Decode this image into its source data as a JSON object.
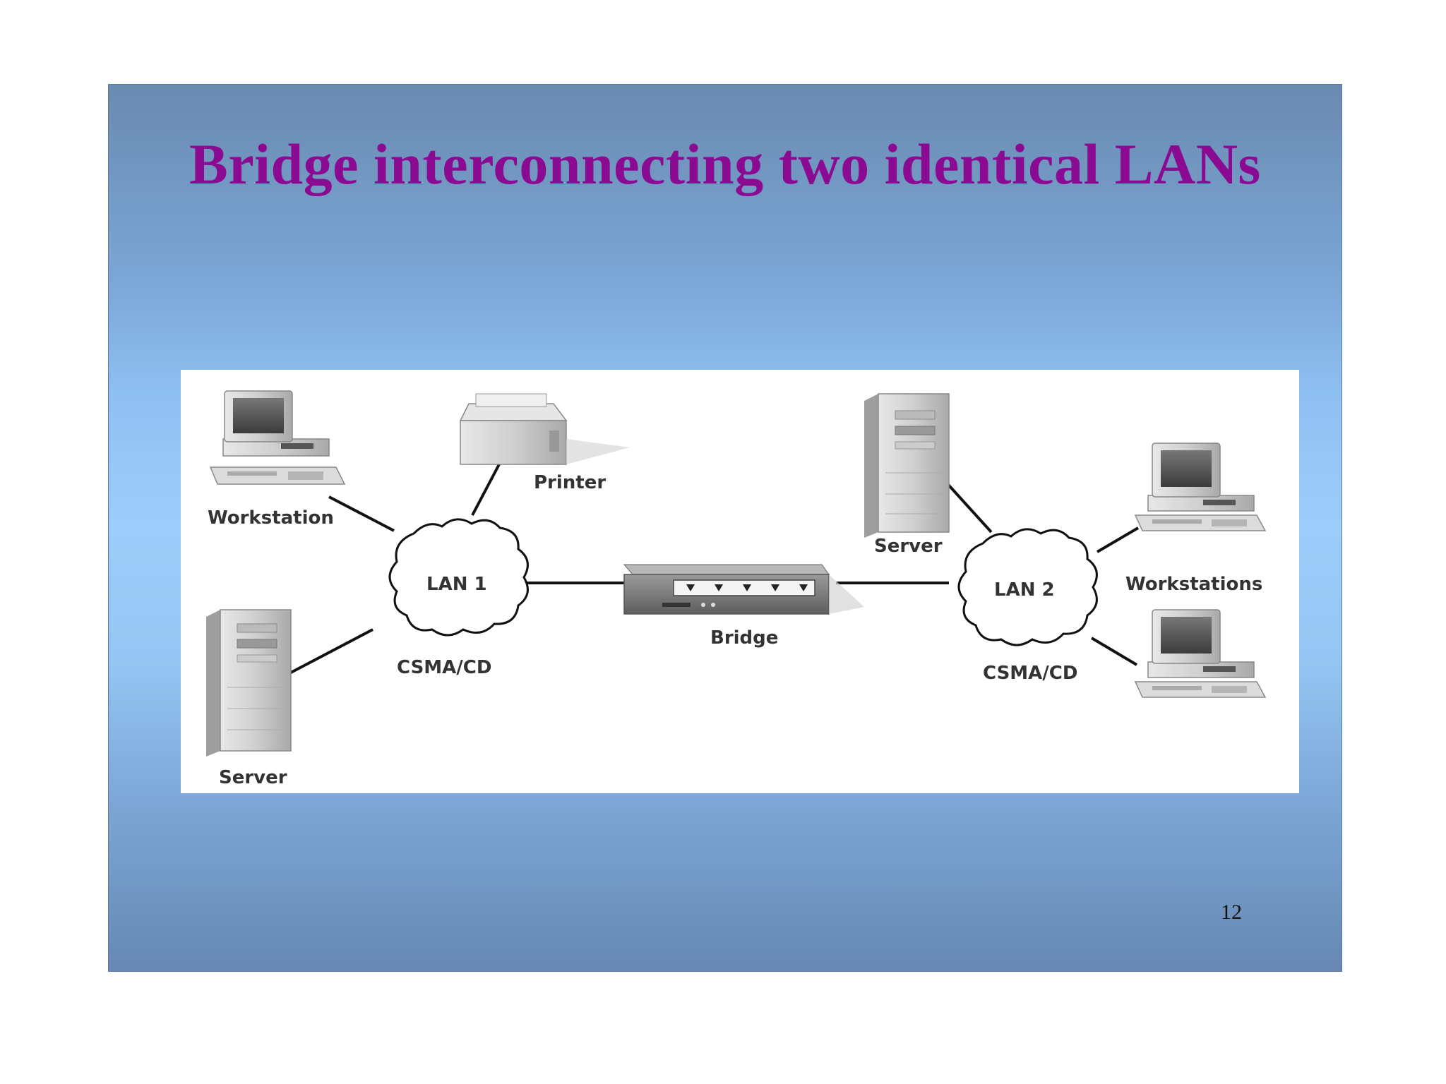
{
  "slide": {
    "title": "Bridge interconnecting two identical LANs",
    "page_number": "12"
  },
  "diagram": {
    "lan1": {
      "name": "LAN 1",
      "protocol": "CSMA/CD",
      "devices": {
        "workstation": "Workstation",
        "printer": "Printer",
        "server": "Server"
      }
    },
    "bridge": {
      "label": "Bridge"
    },
    "lan2": {
      "name": "LAN 2",
      "protocol": "CSMA/CD",
      "devices": {
        "server": "Server",
        "workstations": "Workstations"
      }
    }
  },
  "colors": {
    "title": "#8b0a92",
    "slide_background": "#8fc0f2",
    "panel": "#ffffff",
    "links": "#111111"
  },
  "icons": [
    "workstation-icon",
    "printer-icon",
    "server-icon",
    "bridge-device-icon",
    "lan-cloud-icon"
  ]
}
